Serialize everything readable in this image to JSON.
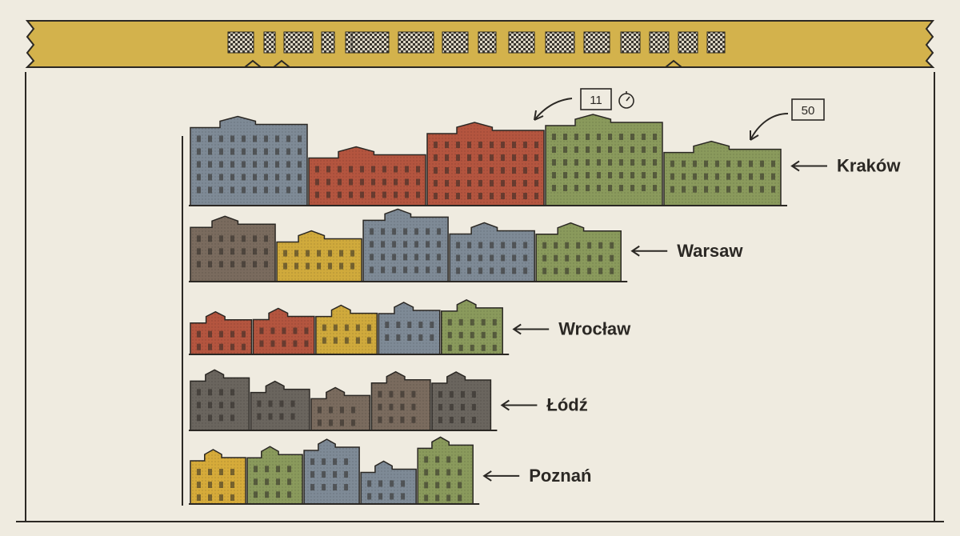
{
  "chart_data": {
    "type": "bar",
    "orientation": "horizontal",
    "title": "",
    "xlabel": "",
    "ylabel": "",
    "categories": [
      "Kraków",
      "Warsaw",
      "Wrocław",
      "Łódź",
      "Poznań"
    ],
    "values": [
      100,
      73,
      53,
      51,
      48
    ],
    "xlim": [
      0,
      100
    ],
    "annotations": [
      {
        "text": "11",
        "target": "Kraków"
      },
      {
        "text": "50",
        "target": "Kraków"
      }
    ],
    "grid": false,
    "legend": "none"
  },
  "colors": {
    "background": "#efebe0",
    "banner": "#d3b24c",
    "ink": "#2b2824",
    "brick": "#b4553f",
    "slate": "#7e8a96",
    "sage": "#8a9a5c",
    "mustard": "#d0aa3c",
    "brown": "#7a6b5e",
    "charcoal": "#6a655e",
    "gold": "#d6ab3a"
  },
  "icons": {
    "banner_title": "redacted-title-blocks",
    "stopwatch": "stopwatch-icon",
    "arrow": "arrow-left-icon"
  }
}
